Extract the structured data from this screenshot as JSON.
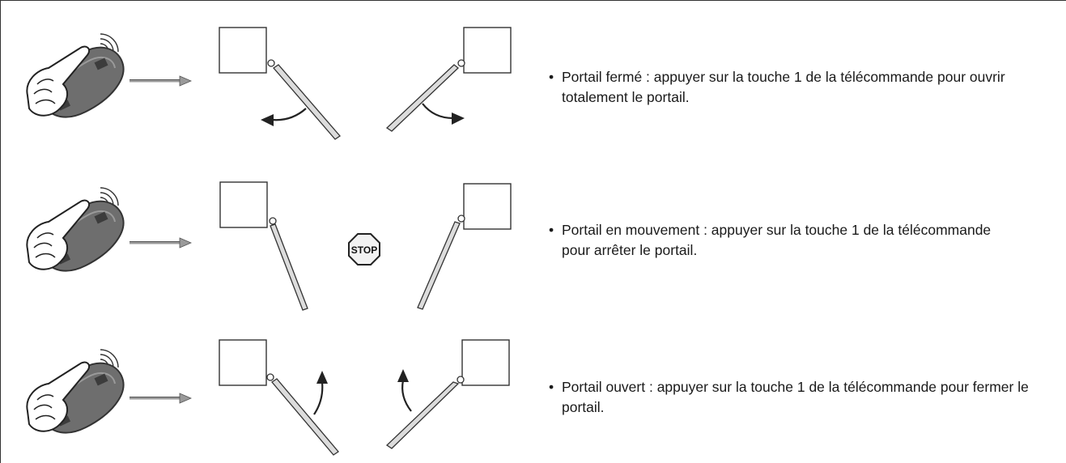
{
  "colors": {
    "line": "#333333",
    "gate_fill": "#dcdcdc",
    "remote_body": "#6e6e6e",
    "remote_dark": "#3c3c3c",
    "arrow_gray": "#9a9a9a",
    "stop_fill": "#f2f2f2"
  },
  "icons": [
    "remote-control-hand-icon",
    "right-arrow-icon",
    "gate-post-icon",
    "curved-arrow-icon",
    "stop-sign-icon"
  ],
  "stop_sign": {
    "label": "STOP"
  },
  "rows": [
    {
      "bullet": "•",
      "description": "Portail fermé : appuyer sur la touche 1 de la télécommande pour ouvrir totalement le portail."
    },
    {
      "bullet": "•",
      "description": "Portail en mouvement : appuyer sur la touche 1 de la télécommande pour arrêter le portail."
    },
    {
      "bullet": "•",
      "description": "Portail ouvert : appuyer sur la touche 1 de la télécommande pour fermer le portail."
    }
  ]
}
